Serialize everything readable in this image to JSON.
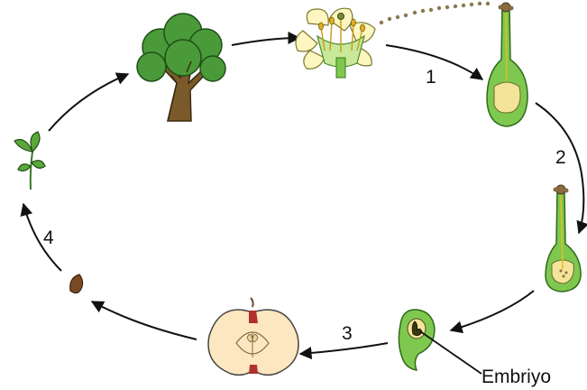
{
  "diagram": {
    "kind": "life-cycle",
    "stages": [
      {
        "name": "tree-icon"
      },
      {
        "name": "flower-icon"
      },
      {
        "name": "pollinated-pistil-icon"
      },
      {
        "name": "fertilized-pistil-icon"
      },
      {
        "name": "ovule-with-embryo-icon"
      },
      {
        "name": "apple-cross-section-icon"
      },
      {
        "name": "seed-icon"
      },
      {
        "name": "seedling-icon"
      }
    ],
    "step_labels": [
      "1",
      "2",
      "3",
      "4"
    ],
    "embryo_label": "Embriyo",
    "colors": {
      "leaf_green": "#4a9a3a",
      "trunk_brown": "#7a5a2a",
      "petal_cream": "#fdf6c0",
      "pistil_green": "#7ec850",
      "ovary_yellow": "#f4e49a",
      "apple_flesh": "#fce7c0",
      "apple_skin": "#b03030",
      "seed_brown": "#7a4a22",
      "arrow": "#111111"
    }
  }
}
